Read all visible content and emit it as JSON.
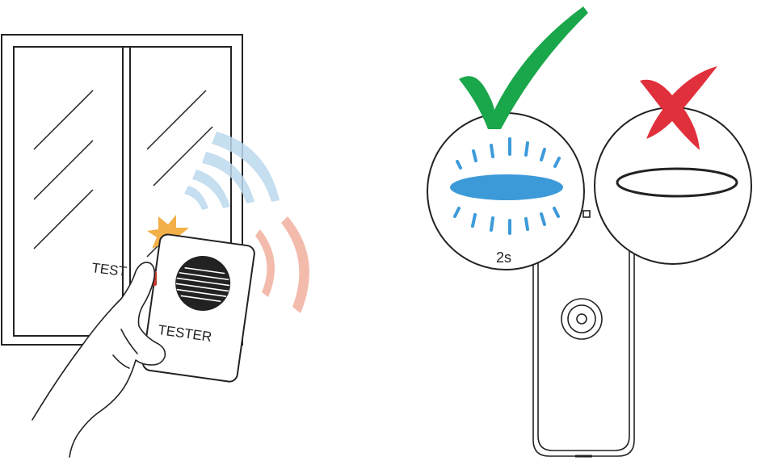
{
  "labels": {
    "test": "TEST",
    "tester": "TESTER",
    "duration": "2s"
  },
  "colors": {
    "outline": "#222222",
    "signal_blue": "#bcd9ee",
    "signal_red": "#f2b4a4",
    "flash_orange": "#f3b049",
    "button_red": "#c0392b",
    "led_blue": "#3c9ad9",
    "check_green": "#1aa64a",
    "cross_red": "#e0303c"
  },
  "icons": {
    "window": "window-icon",
    "hand": "hand-icon",
    "tester_device": "tester-device-icon",
    "check": "check-mark-icon",
    "cross": "cross-mark-icon",
    "detector": "detector-device-icon"
  }
}
